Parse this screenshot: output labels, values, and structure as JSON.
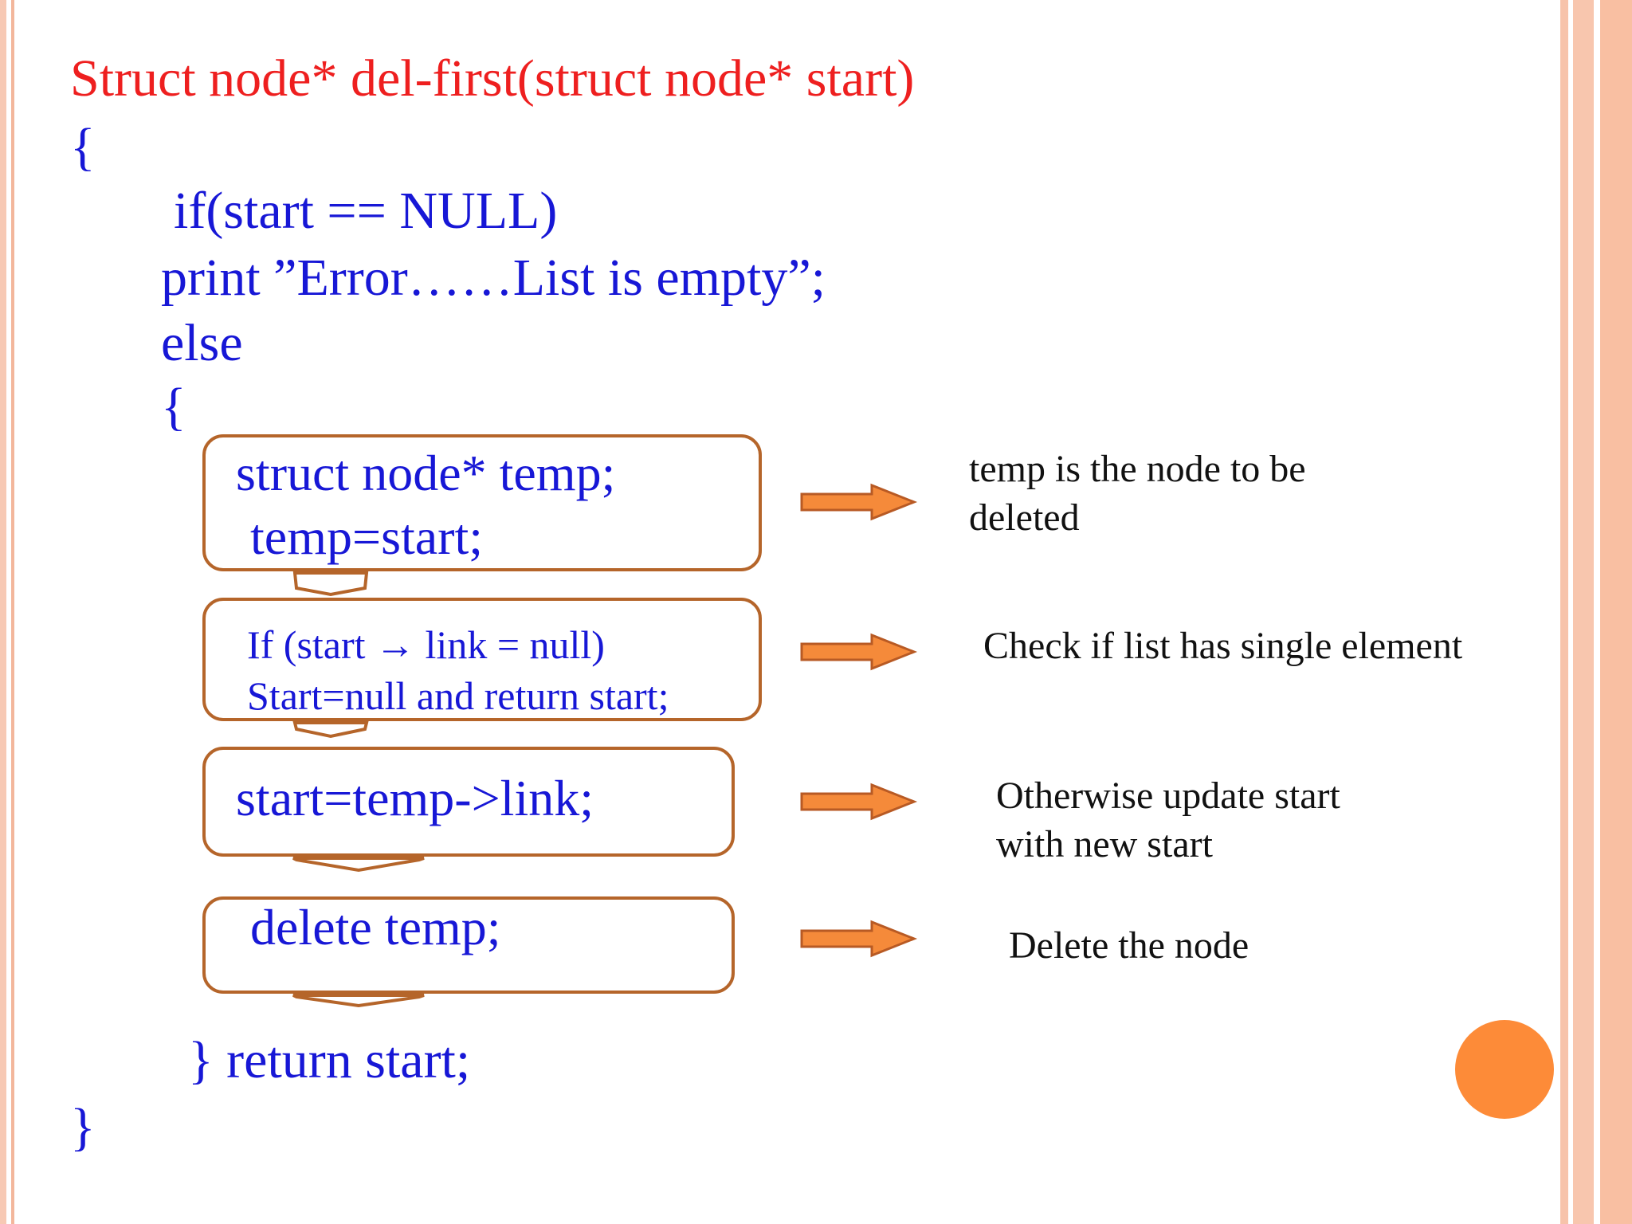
{
  "code": {
    "signature": "Struct node* del-first(struct node* start)",
    "open_brace": "{",
    "if_line": "if(start == NULL)",
    "print_line": "print ”Error……List is empty”;",
    "else_line": "else",
    "inner_open_brace": "{",
    "block1_line1": "struct node* temp;",
    "block1_line2": "temp=start;",
    "block2_line1": "If (start → link = null)",
    "block2_line2": "Start=null and return start;",
    "block3_line1": "start=temp->link;",
    "block4_line1": "delete temp;",
    "return_line": "} return start;",
    "close_brace": "}"
  },
  "notes": {
    "note1": "temp is the node to be\ndeleted",
    "note2": "Check if list has single element",
    "note3": "Otherwise update start\nwith new start",
    "note4": "Delete the node"
  },
  "colors": {
    "signature": "#ee1f1f",
    "code": "#1717d6",
    "box_border": "#b5652a",
    "arrow": "#f58a3a",
    "arrow_outline": "#b85a24",
    "accent_dot": "#fd8b38",
    "border_stripe": "#f7c3aa"
  },
  "icons": {
    "arrow": "right-arrow-icon",
    "dot": "orange-circle"
  }
}
